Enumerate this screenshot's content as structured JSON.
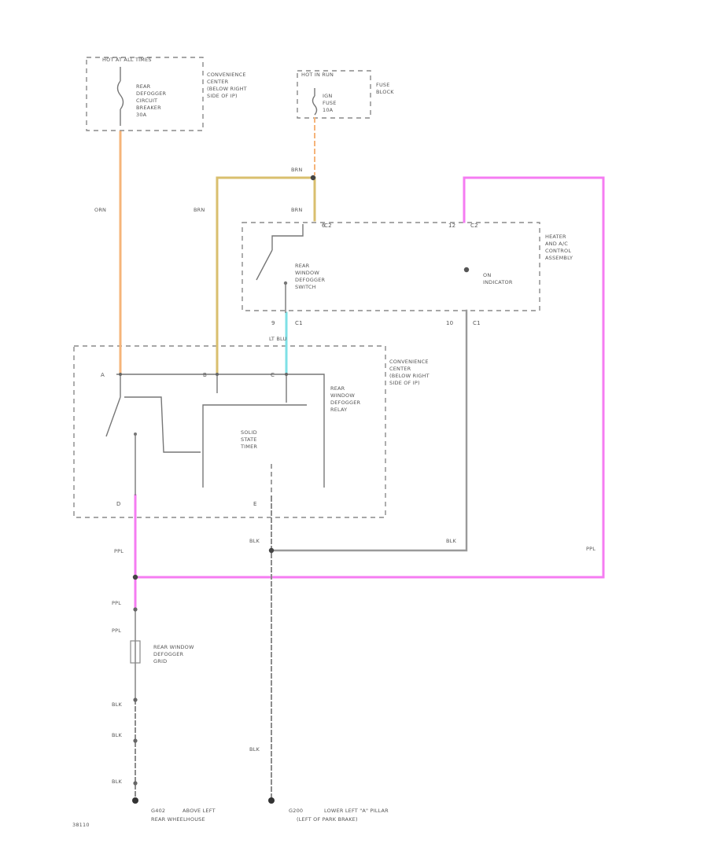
{
  "colors": {
    "orange": "#f5b47a",
    "tan": "#d9bf6e",
    "pink": "#f57cf2",
    "light_blue": "#7ee0e6",
    "gray": "#8c8c8c",
    "black_wire": "#9a9a9a",
    "box": "#8a8a8a"
  },
  "power_box_1": {
    "header": "HOT AT ALL TIMES",
    "component": [
      "REAR",
      "DEFOGGER",
      "CIRCUIT",
      "BREAKER",
      "30A"
    ],
    "location": [
      "CONVENIENCE",
      "CENTER",
      "(BELOW RIGHT",
      "SIDE OF IP)"
    ]
  },
  "power_box_2": {
    "header": "HOT IN RUN",
    "component": [
      "IGN",
      "FUSE",
      "10A"
    ],
    "location": [
      "FUSE",
      "BLOCK"
    ]
  },
  "control_box": {
    "label": [
      "HEATER",
      "AND A/C",
      "CONTROL",
      "ASSEMBLY"
    ],
    "switch": [
      "REAR",
      "WINDOW",
      "DEFOGGER",
      "SWITCH"
    ],
    "indicator": [
      "ON",
      "INDICATOR"
    ],
    "pins": {
      "c2_left": "C2",
      "c2_right": "C2",
      "c1_left": "C1",
      "c1_right": "C1",
      "p9": "9",
      "p10": "10",
      "p12": "12",
      "p6": "6"
    }
  },
  "relay_box": {
    "location": [
      "CONVENIENCE",
      "CENTER",
      "(BELOW RIGHT",
      "SIDE OF IP)"
    ],
    "relay": [
      "REAR",
      "WINDOW",
      "DEFOGGER",
      "RELAY"
    ],
    "timer": [
      "SOLID",
      "STATE",
      "TIMER"
    ],
    "pins": {
      "a": "A",
      "b": "B",
      "c": "C",
      "d": "D",
      "e": "E"
    }
  },
  "grid": {
    "label": [
      "REAR WINDOW",
      "DEFOGGER",
      "GRID"
    ]
  },
  "wire_labels": {
    "orn": "ORN",
    "brn_1": "BRN",
    "brn_2": "BRN",
    "brn_3": "BRN",
    "lt_blu": "LT BLU",
    "ppl_1": "PPL",
    "ppl_2": "PPL",
    "ppl_3": "PPL",
    "ppl_4": "PPL",
    "blk_1": "BLK",
    "blk_2": "BLK",
    "blk_3": "BLK",
    "blk_4": "BLK",
    "blk_5": "BLK"
  },
  "grounds": {
    "g1": [
      "G402",
      "ABOVE LEFT",
      "REAR WHEELHOUSE"
    ],
    "g2": [
      "G200",
      "LOWER LEFT \"A\" PILLAR",
      "(LEFT OF PARK BRAKE)"
    ]
  },
  "figure_id": "38110"
}
